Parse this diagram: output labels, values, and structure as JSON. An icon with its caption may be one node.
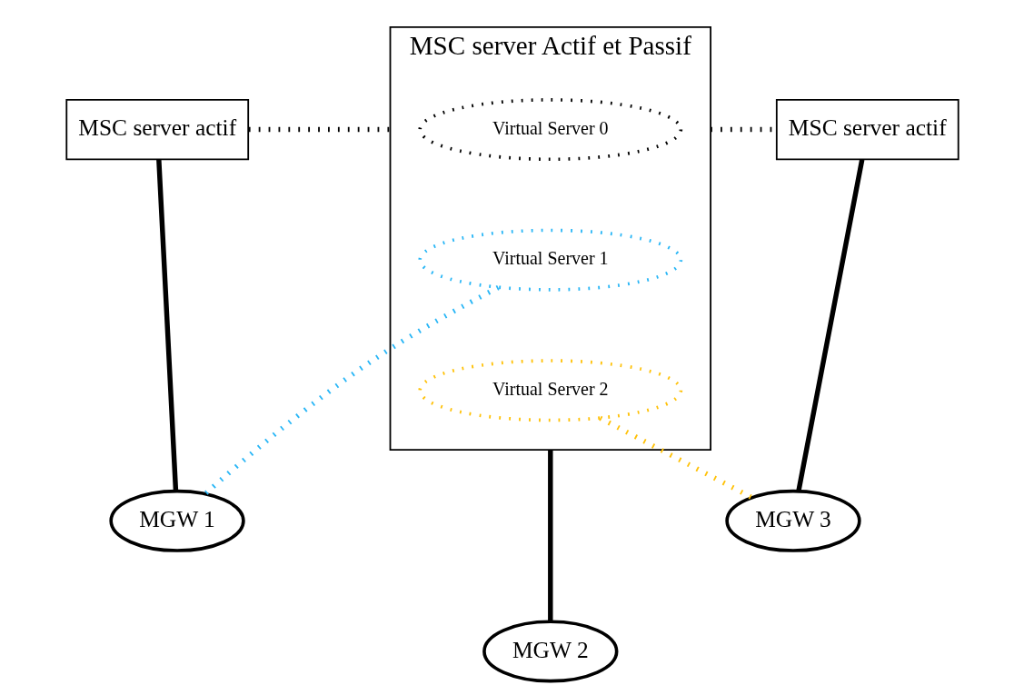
{
  "diagram": {
    "nodes": [
      {
        "text": [
          "MSC server actif"
        ]
      },
      {
        "text": [
          "MSC server Actif et Passif"
        ]
      },
      {
        "text": [
          "Virtual Server 0"
        ],
        "in": 1
      },
      {
        "text": [
          "Virtual Server 1"
        ],
        "in": 1
      },
      {
        "text": [
          "Virtual Server 2"
        ],
        "in": 1
      },
      {
        "text": [
          "MSC server actif"
        ]
      },
      {
        "text": [
          "MGW 1"
        ]
      },
      {
        "text": [
          "MGW 2"
        ]
      },
      {
        "text": [
          "MGW 3"
        ]
      }
    ],
    "edges": [
      {
        "from": 0,
        "to": 1,
        "arrow": "none",
        "style": "dashed"
      },
      {
        "from": 1,
        "to": 5,
        "arrow": "none",
        "style": "dashed"
      },
      {
        "from": 0,
        "to": 6,
        "arrow": "none"
      },
      {
        "from": 1,
        "to": 7,
        "arrow": "none"
      },
      {
        "from": 5,
        "to": 8,
        "arrow": "none"
      },
      {
        "from": 3,
        "to": 6,
        "arrow": "none",
        "style": "dashed",
        "color": "#29b6f6"
      },
      {
        "from": 4,
        "to": 8,
        "arrow": "none",
        "style": "dashed",
        "color": "#ffc107"
      }
    ]
  }
}
